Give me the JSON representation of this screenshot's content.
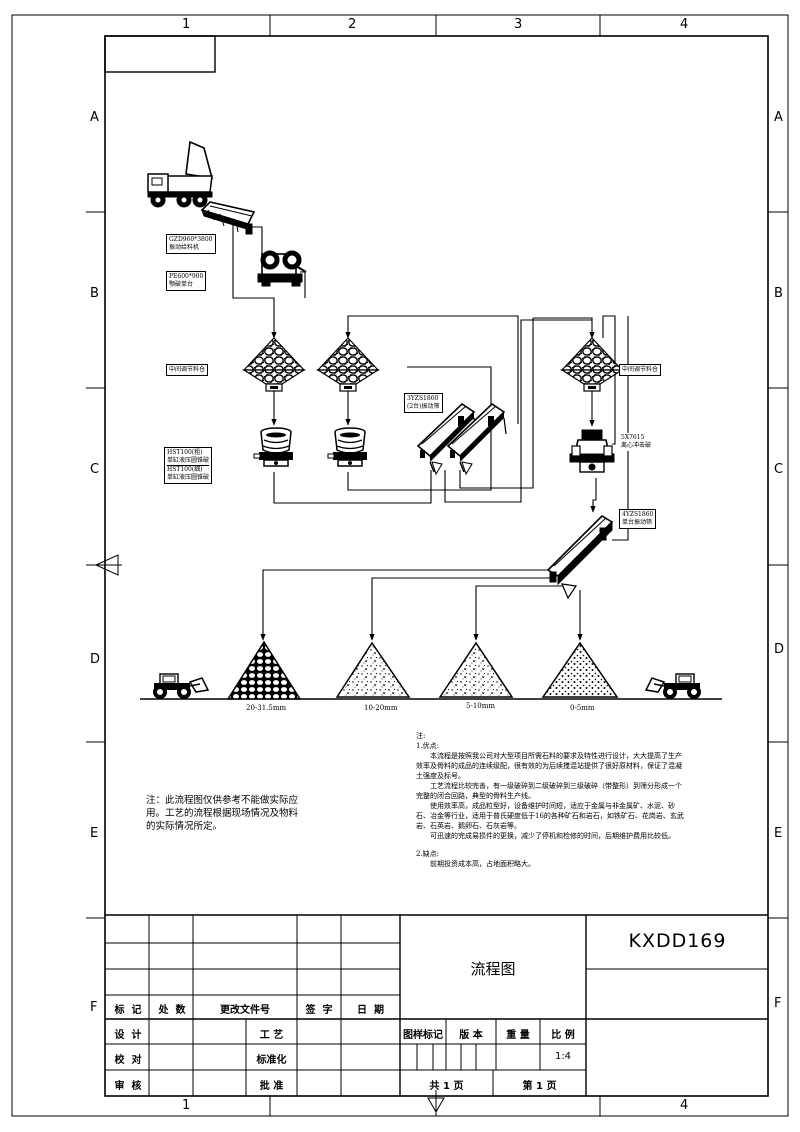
{
  "grid": {
    "cols_top": [
      "1",
      "2",
      "3",
      "4"
    ],
    "cols_bottom": [
      "1",
      "4"
    ],
    "rows_left": [
      "A",
      "B",
      "C",
      "D",
      "E",
      "F"
    ],
    "rows_right": [
      "A",
      "B",
      "C",
      "D",
      "E",
      "F"
    ]
  },
  "equipment_labels": {
    "feeder": [
      "GZD960*3800",
      "振动给料机"
    ],
    "jaw_crusher": [
      "PE600*900",
      "颚破单台"
    ],
    "bin_left": "中间调节料仓",
    "cone_crushers": [
      "HST100(粗)",
      "单缸液压圆锥破",
      "HST100(细)",
      "单缸液压圆锥破"
    ],
    "screen_3yzs": [
      "3YZS1860",
      "(2台)振动筛"
    ],
    "bin_right": "中间调节料仓",
    "vsi": [
      "5X7615",
      "离心冲击破"
    ],
    "screen_4yzs": [
      "4YZS1860",
      "单台振动筛"
    ]
  },
  "products": [
    "20-31.5mm",
    "10-20mm",
    "5-10mm",
    "0-5mm"
  ],
  "remark": "注：此流程图仅供参考不能做实际应用。工艺的流程根据现场情况及物料的实际情况所定。",
  "notes": {
    "head": "注:",
    "adv_title": "1.优点:",
    "adv_p1": "本流程是按照我公司对大型项目所需石料的要求及特性进行设计，大大提高了生产效率及骨料的成品的连续级配，很有效的为后续搅混站提供了很好原材料，保证了混凝土强度及标号。",
    "adv_p2": "工艺流程比较完善，有一级破碎到二级破碎到三级破碎（带整形）到筛分形成一个完整的闭合回路，典型的骨料生产线。",
    "adv_p3": "使用效率高，成品粒型好，设备维护时间短，适应于金属与非金属矿、水泥、砂石、冶金等行业，适用于普氏硬度低于16的各种矿石和岩石，如铁矿石、花岗岩、玄武岩、石英岩、鹅卵石、石灰岩等。",
    "adv_p4": "可迅速的完成易损件的更换，减少了停机和检修的时间，后期维护费用比较低。",
    "dis_title": "2.缺点:",
    "dis_p1": "前期投资成本高，占地面积略大。"
  },
  "title_block": {
    "drawing_code": "KXDD169",
    "drawing_name": "流程图",
    "rev_headers": [
      "标",
      "记",
      "处",
      "数",
      "更改文件号",
      "签",
      "字",
      "日",
      "期"
    ],
    "sign_rows": [
      {
        "role": [
          "设",
          "计"
        ],
        "role2": "工  艺"
      },
      {
        "role": [
          "校",
          "对"
        ],
        "role2": "标准化"
      },
      {
        "role": [
          "审",
          "核"
        ],
        "role2": "批  准"
      }
    ],
    "mark_headers": [
      "图样标记",
      "版  本",
      "重  量",
      "比  例"
    ],
    "scale": "1:4",
    "total_sheets": "共 1 页",
    "sheet_no": "第 1 页"
  },
  "colors": {
    "line": "#000000",
    "paper": "#ffffff"
  }
}
